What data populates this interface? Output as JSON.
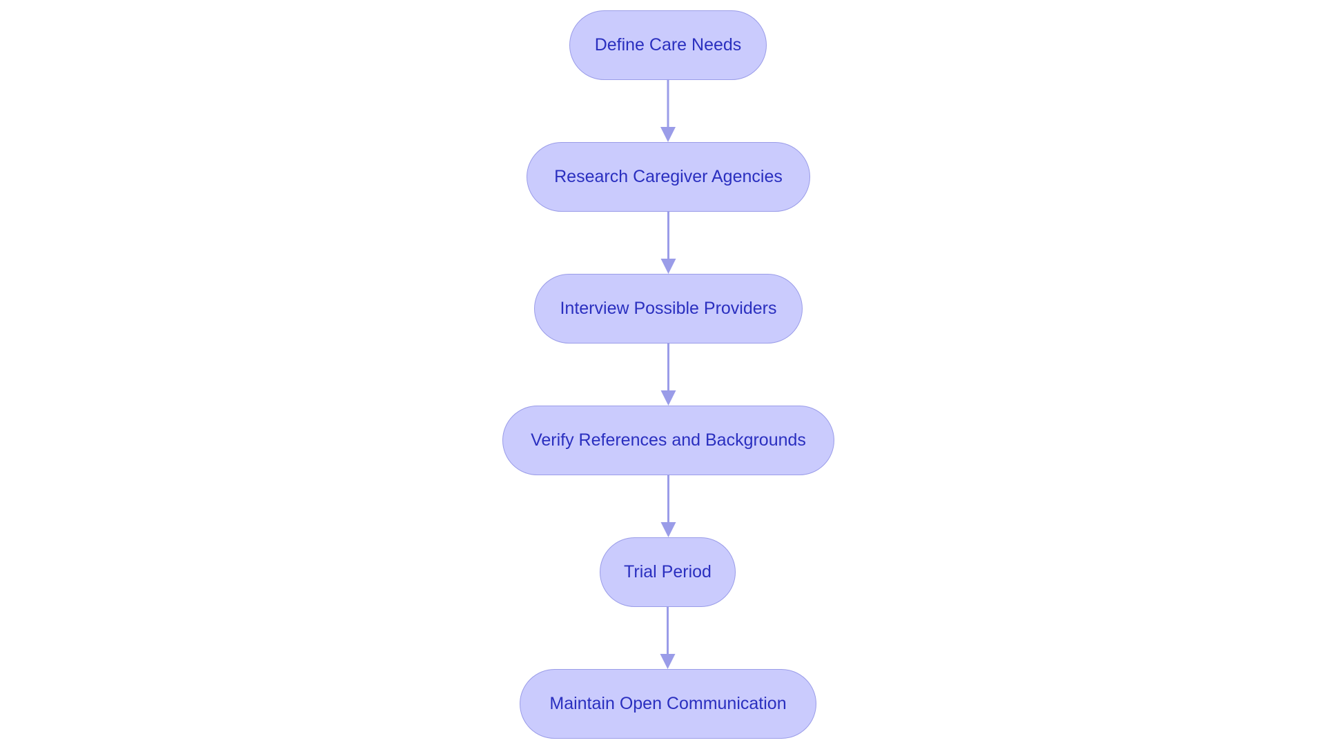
{
  "diagram": {
    "type": "flowchart",
    "direction": "top-to-bottom",
    "colors": {
      "node_fill": "#cacbfd",
      "node_border": "#9a9ce8",
      "node_text": "#2a2fbf",
      "edge": "#9a9ce8"
    },
    "nodes": [
      {
        "id": "n1",
        "label": "Define Care Needs"
      },
      {
        "id": "n2",
        "label": "Research Caregiver Agencies"
      },
      {
        "id": "n3",
        "label": "Interview Possible Providers"
      },
      {
        "id": "n4",
        "label": "Verify References and Backgrounds"
      },
      {
        "id": "n5",
        "label": "Trial Period"
      },
      {
        "id": "n6",
        "label": "Maintain Open Communication"
      }
    ],
    "edges": [
      {
        "from": "n1",
        "to": "n2"
      },
      {
        "from": "n2",
        "to": "n3"
      },
      {
        "from": "n3",
        "to": "n4"
      },
      {
        "from": "n4",
        "to": "n5"
      },
      {
        "from": "n5",
        "to": "n6"
      }
    ]
  }
}
